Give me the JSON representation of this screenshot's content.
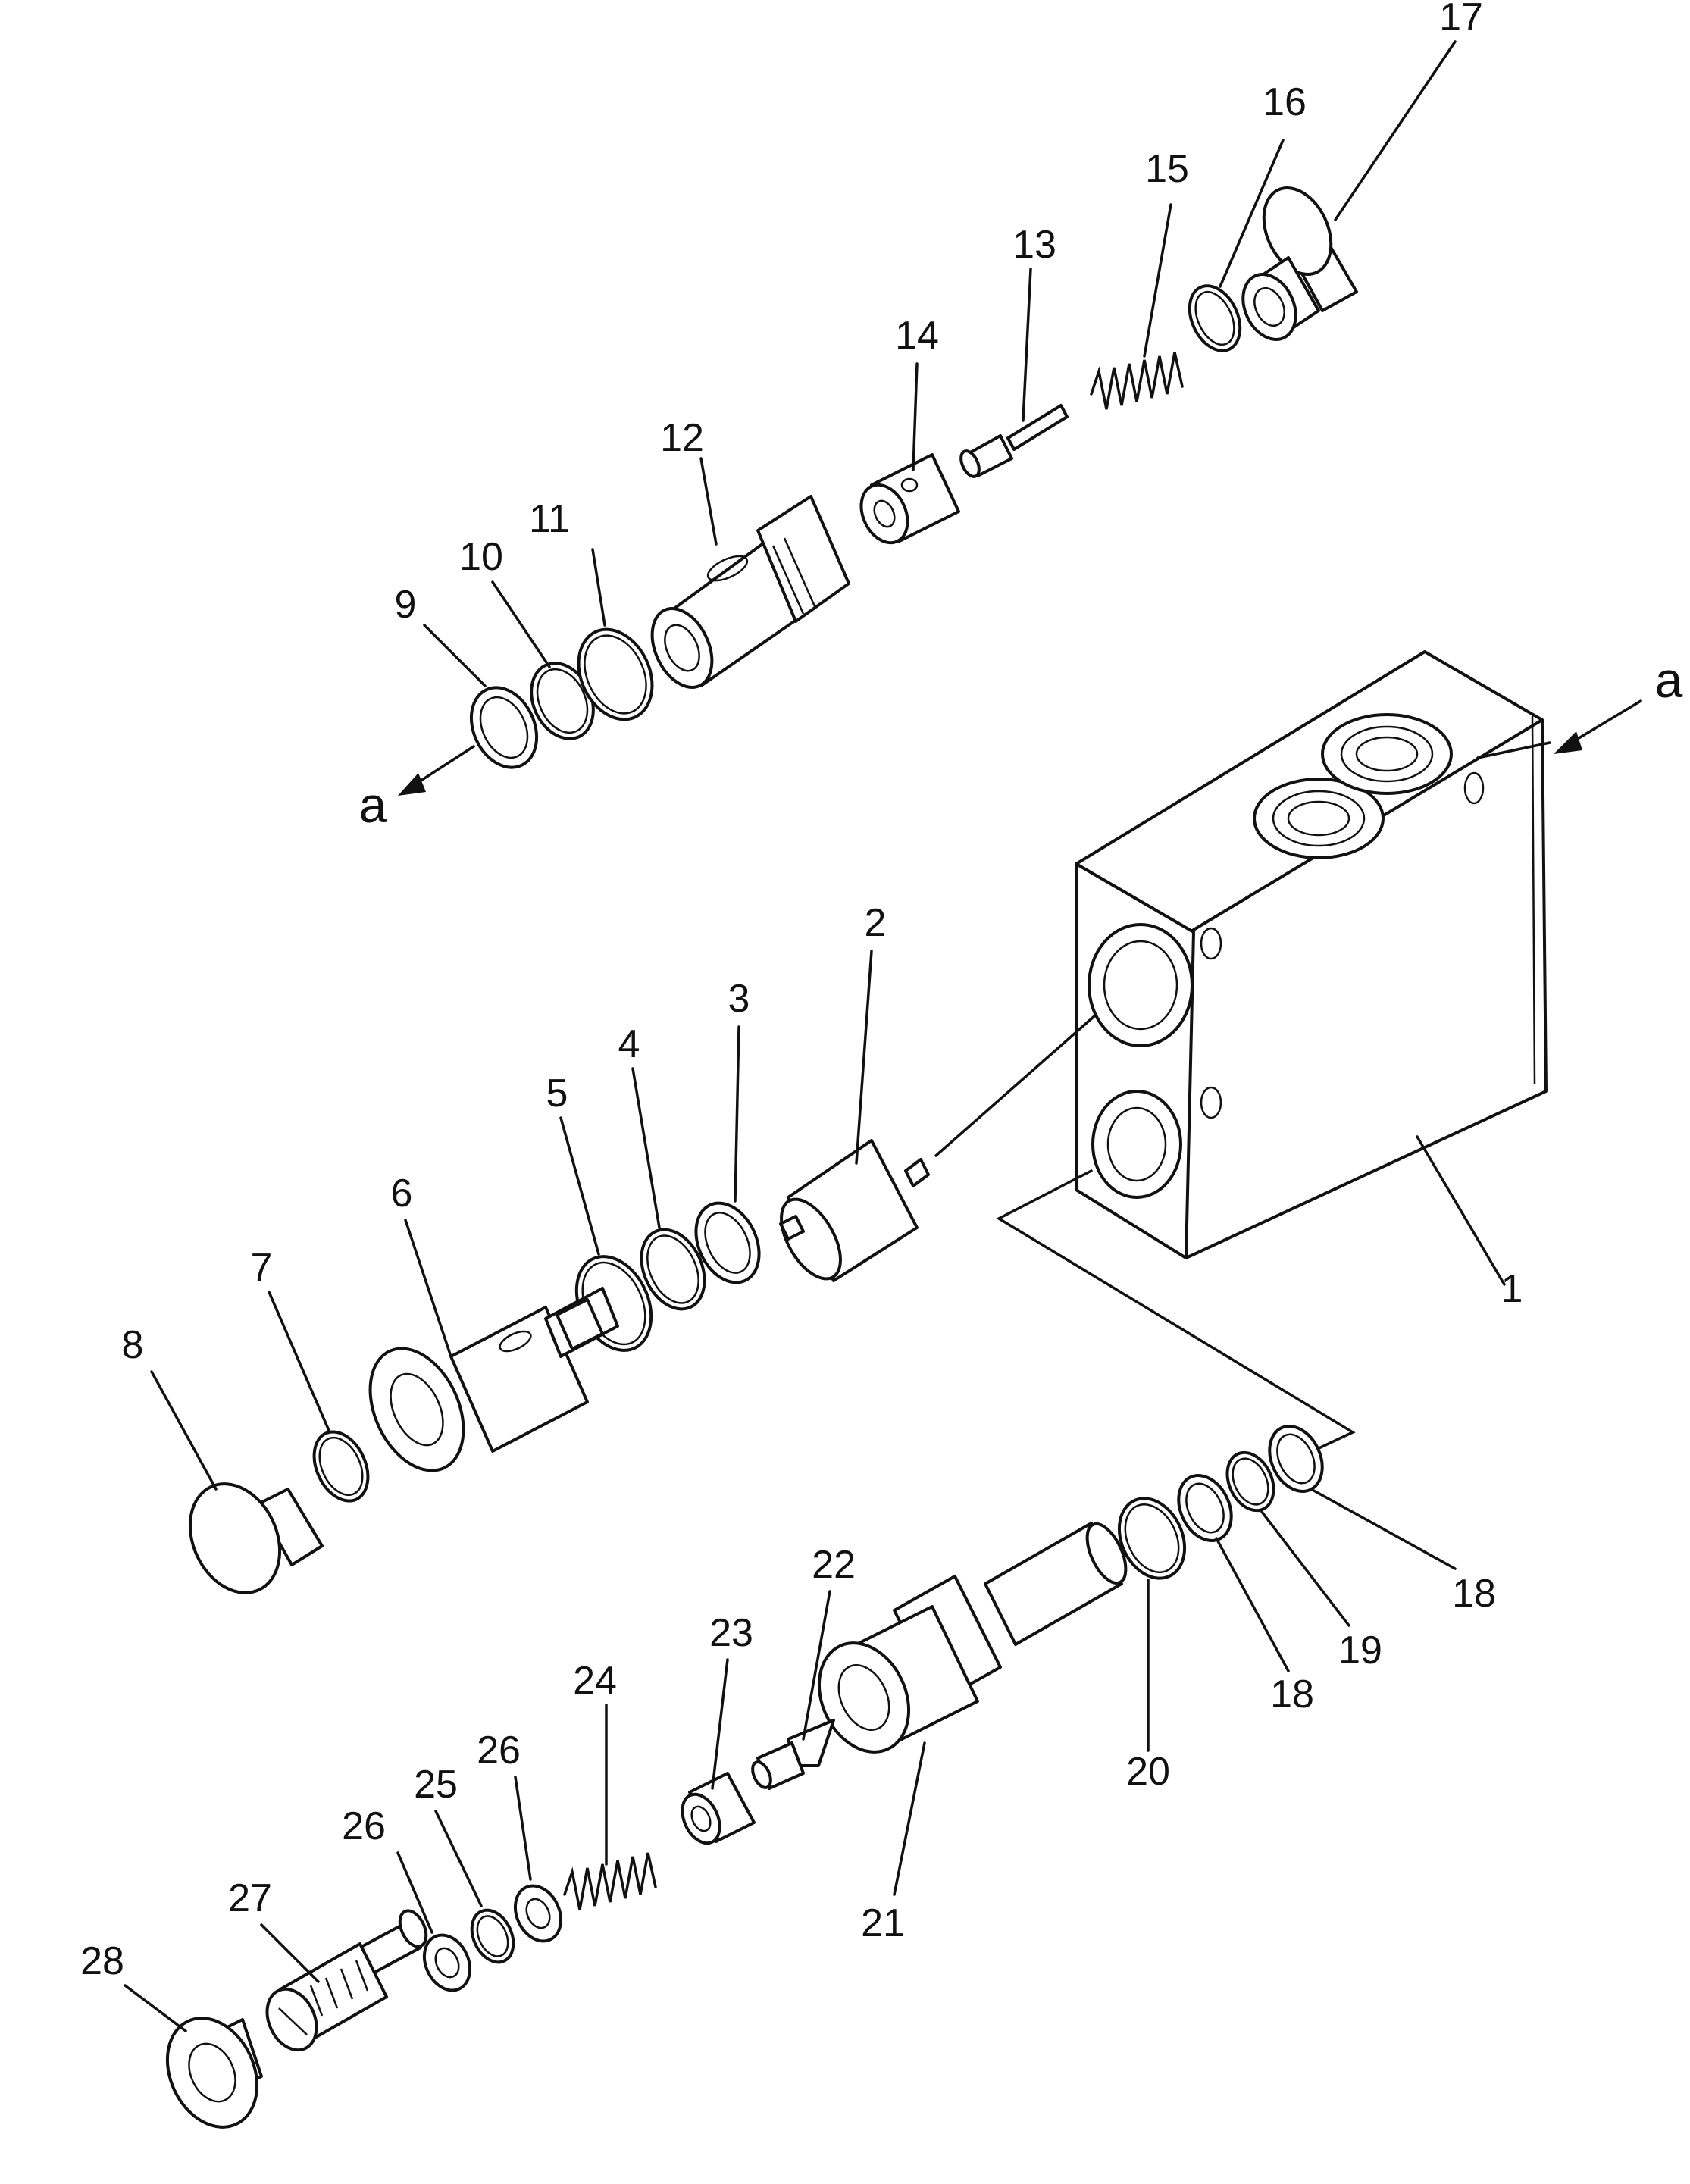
{
  "diagram": {
    "ref_left": "a",
    "ref_right": "a"
  },
  "labels": {
    "p1": "1",
    "p2": "2",
    "p3": "3",
    "p4": "4",
    "p5": "5",
    "p6": "6",
    "p7": "7",
    "p8": "8",
    "p9": "9",
    "p10": "10",
    "p11": "11",
    "p12": "12",
    "p13": "13",
    "p14": "14",
    "p15": "15",
    "p16": "16",
    "p17": "17",
    "p18a": "18",
    "p18b": "18",
    "p19": "19",
    "p20": "20",
    "p21": "21",
    "p22": "22",
    "p23": "23",
    "p24": "24",
    "p25": "25",
    "p26a": "26",
    "p26b": "26",
    "p27": "27",
    "p28": "28"
  }
}
